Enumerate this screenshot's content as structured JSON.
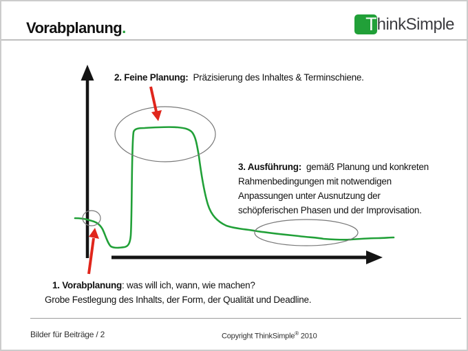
{
  "colors": {
    "green": "#21a038",
    "red": "#e0261c",
    "axis": "#141414",
    "ellipse": "#777777",
    "text": "#1a1a1a"
  },
  "header": {
    "title": "Vorabplanung",
    "title_dot": ".",
    "logo": {
      "square_letter": "T",
      "wordmark_rest": "hinkSimple"
    }
  },
  "diagram": {
    "shapes": {
      "y_axis": "vertical arrow axis",
      "x_axis": "horizontal arrow axis",
      "curve": "green freehand performance curve",
      "circle_phase1": "small circle at curve start",
      "ellipse_phase2": "large ellipse around plateau",
      "ellipse_phase3": "flat ellipse around declining tail"
    }
  },
  "annotations": {
    "feine_planung": {
      "label": "2. Feine Planung:",
      "text": "  Präzisierung des Inhaltes & Terminschiene."
    },
    "ausfuehrung": {
      "label": "3. Ausführung:",
      "line1_rest": "  gemäß Planung und konkreten",
      "line2": "Rahmenbedingungen mit notwendigen",
      "line3": "Anpassungen unter Ausnutzung der",
      "line4": "schöpferischen Phasen und der Improvisation."
    },
    "vorabplanung": {
      "label": "1. Vorabplanung",
      "line1_rest": ": was will ich, wann, wie machen?",
      "line2": "Grobe Festlegung des Inhalts, der Form, der Qualität und Deadline."
    }
  },
  "footer": {
    "left": "Bilder für Beiträge / 2",
    "right_prefix": "Copyright ThinkSimple",
    "right_reg": "®",
    "right_suffix": " 2010"
  }
}
